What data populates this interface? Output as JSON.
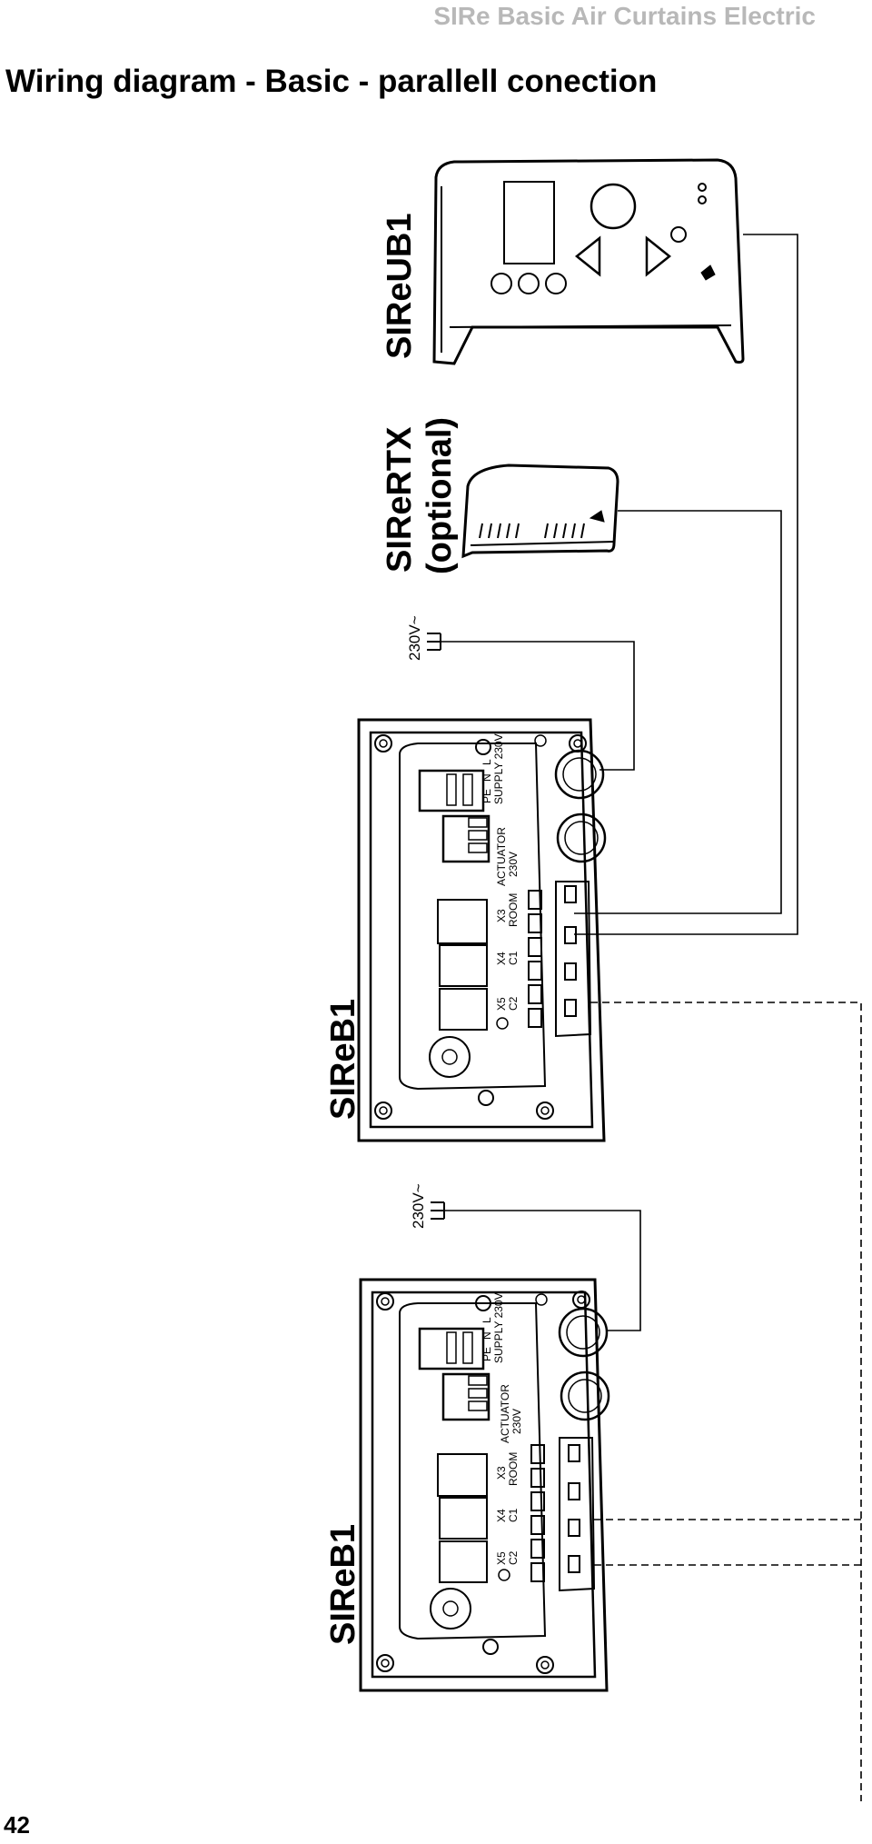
{
  "header": {
    "title": "SIRe Basic Air Curtains Electric"
  },
  "page": {
    "title": "Wiring diagram - Basic - parallell conection",
    "number": "42"
  },
  "devices": {
    "controller": {
      "label": "SIReUB1"
    },
    "room_sensor": {
      "label_line1": "SIReRTX",
      "label_line2": "(optional)"
    },
    "unit_1": {
      "label": "SIReB1",
      "supply_voltage": "230V~"
    },
    "unit_2": {
      "label": "SIReB1",
      "supply_voltage": "230V~"
    }
  },
  "terminal_labels": {
    "pe": "PE",
    "n": "N",
    "l": "L",
    "supply": "SUPPLY 230V",
    "actuator": "ACTUATOR",
    "actuator_voltage": "230V",
    "x3": "X3",
    "room": "ROOM",
    "x4": "X4",
    "c1": "C1",
    "x5": "X5",
    "c2": "C2"
  },
  "colors": {
    "header_gray": "#b8b8b8",
    "line": "#000000",
    "device_fill": "#ffffff"
  }
}
